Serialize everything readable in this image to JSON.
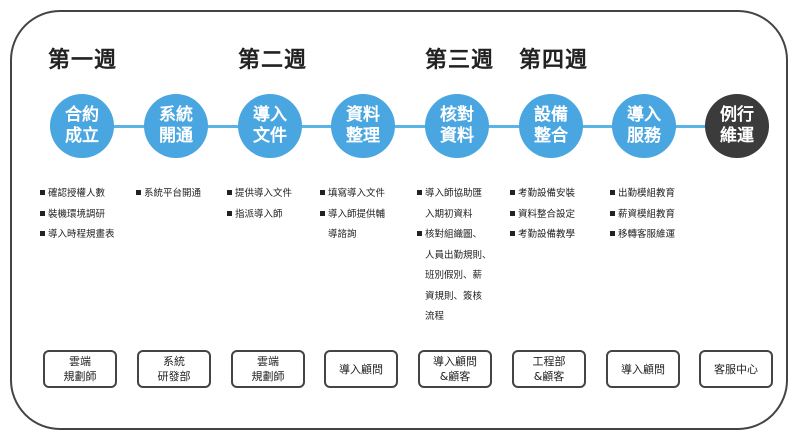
{
  "weeks": [
    "第一週",
    "第二週",
    "第三週",
    "第四週"
  ],
  "stages": [
    {
      "line1": "合約",
      "line2": "成立"
    },
    {
      "line1": "系統",
      "line2": "開通"
    },
    {
      "line1": "導入",
      "line2": "文件"
    },
    {
      "line1": "資料",
      "line2": "整理"
    },
    {
      "line1": "核對",
      "line2": "資料"
    },
    {
      "line1": "設備",
      "line2": "整合"
    },
    {
      "line1": "導入",
      "line2": "服務"
    },
    {
      "line1": "例行",
      "line2": "維運"
    }
  ],
  "tasks": [
    [
      "確認授權人數",
      "裝機環境調研",
      "導入時程規畫表"
    ],
    [
      "系統平台開通"
    ],
    [
      "提供導入文件",
      "指派導入師"
    ],
    [
      "填寫導入文件",
      "導入師提供輔",
      "導諮詢"
    ],
    [
      "導入師協助匯",
      "入期初資料",
      "核對組織圖、",
      "人員出勤規則、",
      "班別假別、薪",
      "資規則、簽核",
      "流程"
    ],
    [
      "考勤設備安裝",
      "資料整合設定",
      "考勤設備教學"
    ],
    [
      "出勤模組教育",
      "薪資模組教育",
      "移轉客服維運"
    ]
  ],
  "roles": [
    {
      "line1": "雲端",
      "line2": "規劃師"
    },
    {
      "line1": "系統",
      "line2": "研發部"
    },
    {
      "line1": "雲端",
      "line2": "規劃師"
    },
    {
      "line1": "導入顧問",
      "line2": ""
    },
    {
      "line1": "導入顧問",
      "line2": "&顧客"
    },
    {
      "line1": "工程部",
      "line2": "&顧客"
    },
    {
      "line1": "導入顧問",
      "line2": ""
    },
    {
      "line1": "客服中心",
      "line2": ""
    }
  ],
  "colors": {
    "stage": "#4aa6e0",
    "stage_last": "#3b3b3b",
    "line": "#5ab4e8"
  }
}
